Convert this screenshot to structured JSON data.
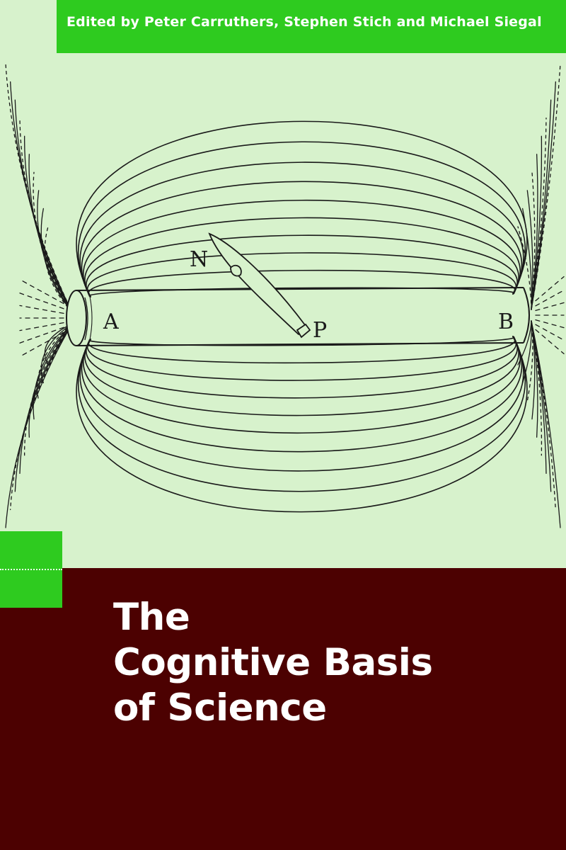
{
  "colors": {
    "background": "#d7f2cc",
    "accent_green": "#2ecb1f",
    "title_maroon": "#4c0101",
    "ink": "#1a1a1a",
    "text_white": "#ffffff"
  },
  "editors": "Edited by Peter Carruthers, Stephen Stich and Michael Siegal",
  "illustration": {
    "label_n": "N",
    "label_a": "A",
    "label_p": "P",
    "label_b": "B"
  },
  "title": {
    "line1": "The",
    "line2": "Cognitive Basis",
    "line3": "of Science"
  }
}
